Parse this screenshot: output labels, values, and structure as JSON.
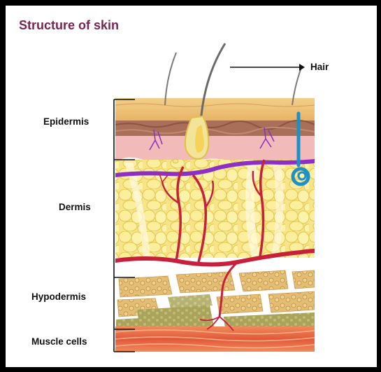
{
  "title": "Structure of skin",
  "labels": {
    "hair": "Hair",
    "epidermis": "Epidermis",
    "dermis": "Dermis",
    "hypodermis": "Hypodermis",
    "muscle": "Muscle cells"
  },
  "colors": {
    "title": "#7a2452",
    "surface": "#eec27a",
    "epidermis_brown": "#a9705a",
    "epidermis_pink": "#f2b8b8",
    "dermis_fat": "#f6e06a",
    "artery": "#c8203a",
    "vein": "#8d2fc6",
    "sweat_duct": "#1e90c8",
    "hypodermis_fat": "#e6c079",
    "hypodermis_tissue": "#a8a45c",
    "muscle": "#e8663a"
  }
}
